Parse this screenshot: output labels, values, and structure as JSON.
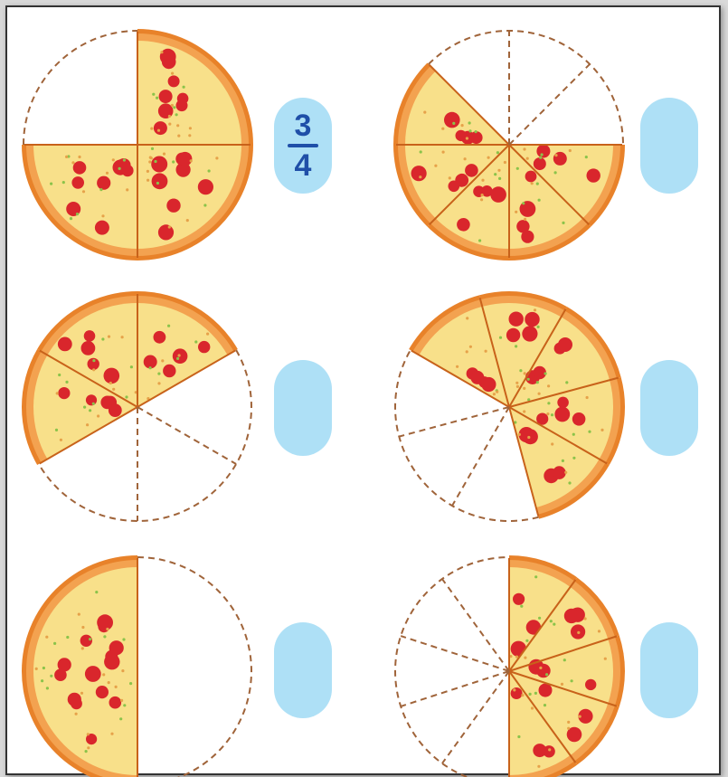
{
  "worksheet": {
    "example_answer": {
      "numerator": "3",
      "denominator": "4"
    },
    "items": [
      {
        "id": "pizza-1",
        "slices_total": 4,
        "slices_filled": 3,
        "answer_shown": "3/4"
      },
      {
        "id": "pizza-2",
        "slices_total": 8,
        "slices_filled": 5,
        "answer_shown": ""
      },
      {
        "id": "pizza-3",
        "slices_total": 6,
        "slices_filled": 3,
        "answer_shown": ""
      },
      {
        "id": "pizza-4",
        "slices_total": 8,
        "slices_filled": 5,
        "answer_shown": ""
      },
      {
        "id": "pizza-5",
        "slices_total": 2,
        "slices_filled": 1,
        "answer_shown": ""
      },
      {
        "id": "pizza-6",
        "slices_total": 10,
        "slices_filled": 5,
        "answer_shown": ""
      }
    ]
  },
  "colors": {
    "crust": "#e8822a",
    "crust_dark": "#c8621a",
    "cheese": "#f8e08a",
    "pepperoni": "#d9262c",
    "dash": "#a0643a",
    "answer_pill": "#aee0f6",
    "fraction_text": "#1f4fa8"
  }
}
